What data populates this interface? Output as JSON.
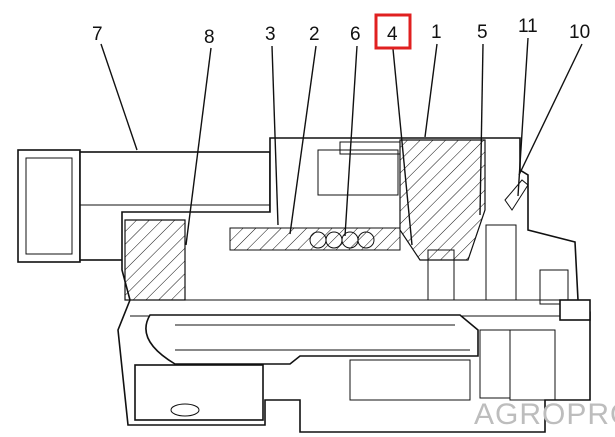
{
  "callouts": {
    "c7": "7",
    "c8": "8",
    "c3": "3",
    "c2": "2",
    "c6": "6",
    "c4": "4",
    "c1": "1",
    "c5": "5",
    "c11": "11",
    "c10": "10"
  },
  "highlighted_callout": "4",
  "highlight_color": "#e02020",
  "watermark": "AGROPRO"
}
